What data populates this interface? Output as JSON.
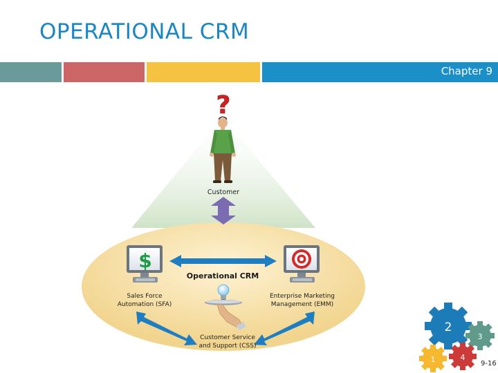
{
  "slide": {
    "title": "OPERATIONAL CRM",
    "chapter": "Chapter 9",
    "page_number": "9-16"
  },
  "header_bar": {
    "colors": [
      "#6a9a9a",
      "#cc6666",
      "#f5c242",
      "#1a8fc8"
    ]
  },
  "diagram": {
    "question_mark": "?",
    "customer_label": "Customer",
    "center_label": "Operational CRM",
    "sfa_monitor_symbol": "$",
    "sfa_label_line1": "Sales Force",
    "sfa_label_line2": "Automation (SFA)",
    "emm_label_line1": "Enterprise Marketing",
    "emm_label_line2": "Management (EMM)",
    "css_label_line1": "Customer Service",
    "css_label_line2": "and Support (CSS)",
    "colors": {
      "ellipse": "#f6dfa3",
      "light_cone": "#d6e8cf",
      "arrow_purple": "#7b6bb3",
      "arrow_blue": "#1f7ec2",
      "question_mark": "#cc2222"
    }
  },
  "gears": [
    {
      "label": "2",
      "color": "#1c7cb8"
    },
    {
      "label": "3",
      "color": "#5f9a8a"
    },
    {
      "label": "1",
      "color": "#f5b82e"
    },
    {
      "label": "4",
      "color": "#cc3a3a"
    }
  ]
}
